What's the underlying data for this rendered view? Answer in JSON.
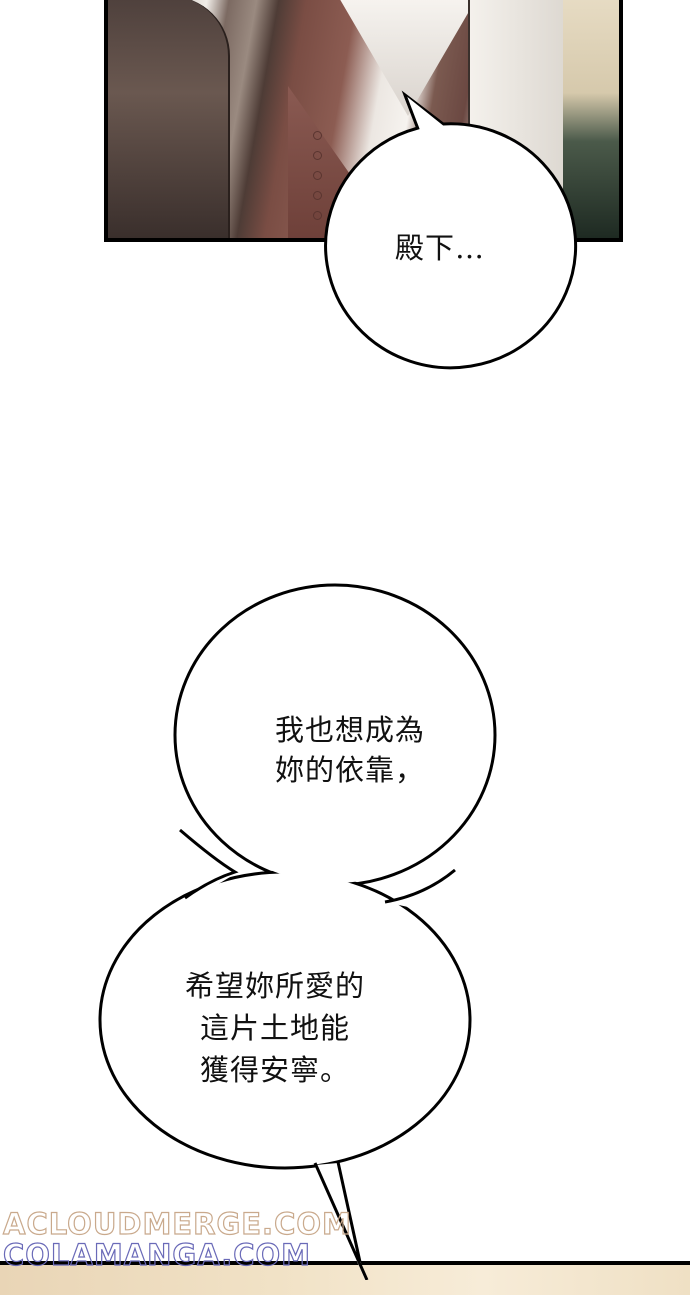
{
  "panels": {
    "top": {
      "description": "Close-up of a long-haired figure in white shirt and maroon buttoned vest"
    },
    "bottom": {
      "description": "Beige interior background, partially visible"
    }
  },
  "speech_bubbles": [
    {
      "id": "bubble-1",
      "text": "殿下…"
    },
    {
      "id": "bubble-2-upper",
      "text": "我也想成為\n妳的依靠，"
    },
    {
      "id": "bubble-2-lower",
      "text": "希望妳所愛的\n這片土地能\n獲得安寧。"
    }
  ],
  "watermarks": [
    {
      "text": "ACLOUDMERGE.COM",
      "color": "#c9a98c"
    },
    {
      "text": "COLAMANGA.COM",
      "color": "#6a6ab8"
    }
  ]
}
